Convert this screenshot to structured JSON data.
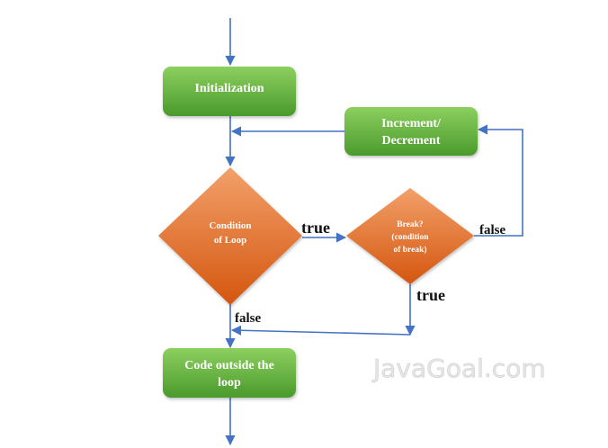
{
  "nodes": {
    "initialization": {
      "label": "Initialization"
    },
    "increment": {
      "line1": "Increment/",
      "line2": "Decrement"
    },
    "condition": {
      "line1": "Condition",
      "line2": "of Loop"
    },
    "break_check": {
      "line1": "Break?",
      "line2": "(condition",
      "line3": "of break)"
    },
    "outside": {
      "line1": "Code outside the",
      "line2": "loop"
    }
  },
  "edges": {
    "condition_true": "true",
    "condition_false": "false",
    "break_true": "true",
    "break_false": "false"
  },
  "watermark": "JavaGoal.com",
  "colors": {
    "arrow": "#4472c4",
    "process_top": "#8ccf5f",
    "process_bottom": "#4a9a2c",
    "decision_top": "#f2a06a",
    "decision_bottom": "#d4560f"
  }
}
